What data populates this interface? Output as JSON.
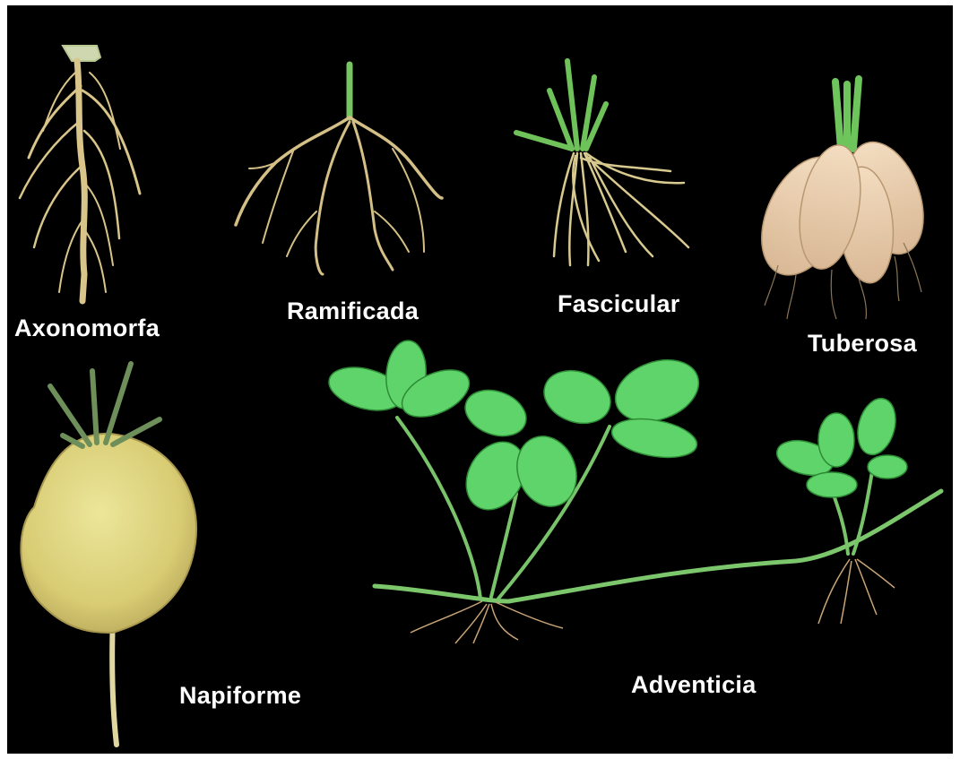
{
  "labels": {
    "axonomorfa": "Axonomorfa",
    "ramificada": "Ramificada",
    "fascicular": "Fascicular",
    "tuberosa": "Tuberosa",
    "napiforme": "Napiforme",
    "adventicia": "Adventicia"
  },
  "colors": {
    "background": "#000000",
    "label": "#ffffff",
    "root": "#dcc98f",
    "leaf": "#5fd46a",
    "tuber": "#e9cfae",
    "turnip": "#dcd27a"
  }
}
